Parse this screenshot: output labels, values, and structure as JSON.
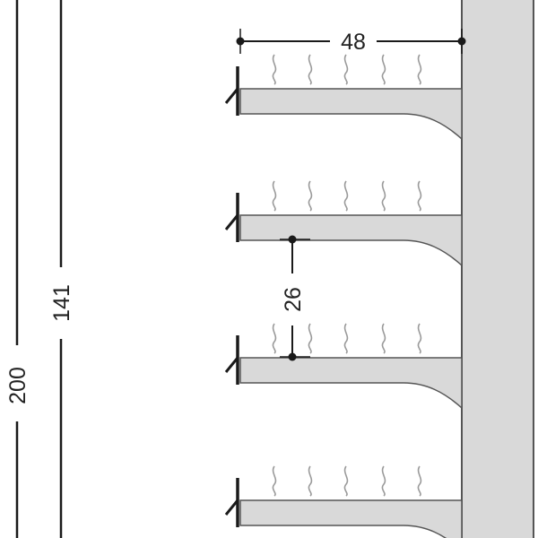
{
  "dimensions": {
    "total_height": "200",
    "shelf_zone_height": "141",
    "shelf_depth": "48",
    "shelf_spacing": "26"
  },
  "shelves": [
    {
      "id": "shelf-1"
    },
    {
      "id": "shelf-2"
    },
    {
      "id": "shelf-3"
    },
    {
      "id": "shelf-4"
    }
  ],
  "colors": {
    "panel_fill": "#d9d9d9",
    "line": "#1a1a1a",
    "vapor": "#9a9a9a"
  }
}
